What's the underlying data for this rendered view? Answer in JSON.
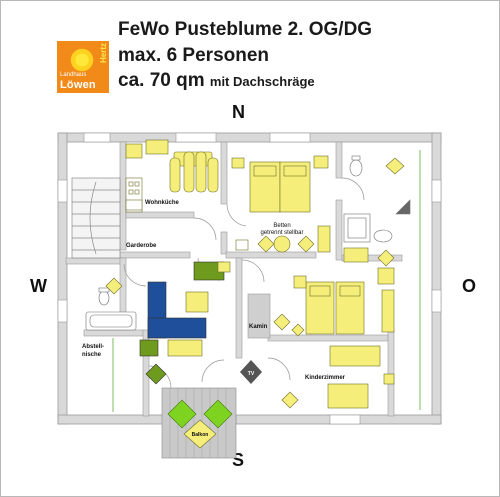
{
  "header": {
    "title": "FeWo Pusteblume 2. OG/DG",
    "capacity": "max. 6 Personen",
    "area": "ca. 70 qm",
    "area_note": "mit Dachschräge"
  },
  "logo": {
    "line1": "Landhaus",
    "line2": "Löwen",
    "side": "Hertz"
  },
  "compass": {
    "north": "N",
    "south": "S",
    "west": "W",
    "east": "O"
  },
  "rooms": {
    "kitchen": "Wohnküche",
    "wardrobe": "Garderobe",
    "storage_line1": "Abstell-",
    "storage_line2": "nische",
    "beds_line1": "Betten",
    "beds_line2": "getrennt stellbar",
    "fireplace": "Kamin",
    "tv": "TV",
    "kids_room": "Kinderzimmer",
    "balcony": "Balkon"
  },
  "colors": {
    "furniture": "#f5ee7a",
    "green_dark": "#6e9a1e",
    "green_light": "#7ed321",
    "sofa_blue": "#1f4f9a",
    "wall_gray": "#d9d9d9",
    "tv_gray": "#555555"
  }
}
